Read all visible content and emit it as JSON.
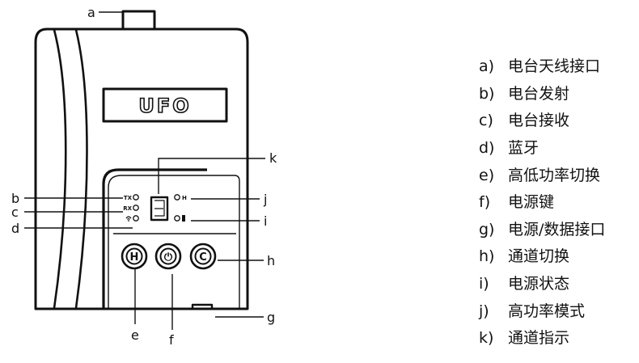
{
  "device": {
    "brand": "UFO",
    "buttons": {
      "h": "H",
      "power": "⏻",
      "c": "C"
    },
    "indicators": {
      "tx": "TX",
      "rx": "RX",
      "high": "H"
    }
  },
  "callouts": {
    "a": "a",
    "b": "b",
    "c": "c",
    "d": "d",
    "e": "e",
    "f": "f",
    "g": "g",
    "h": "h",
    "i": "i",
    "j": "j",
    "k": "k"
  },
  "legend": [
    {
      "key": "a)",
      "text": "电台天线接口"
    },
    {
      "key": "b)",
      "text": "电台发射"
    },
    {
      "key": "c)",
      "text": "电台接收"
    },
    {
      "key": "d)",
      "text": "蓝牙"
    },
    {
      "key": "e)",
      "text": "高低功率切换"
    },
    {
      "key": "f)",
      "text": "电源键"
    },
    {
      "key": "g)",
      "text": "电源/数据接口"
    },
    {
      "key": "h)",
      "text": "通道切换"
    },
    {
      "key": "i)",
      "text": "电源状态"
    },
    {
      "key": "j)",
      "text": "高功率模式"
    },
    {
      "key": "k)",
      "text": "通道指示"
    }
  ]
}
